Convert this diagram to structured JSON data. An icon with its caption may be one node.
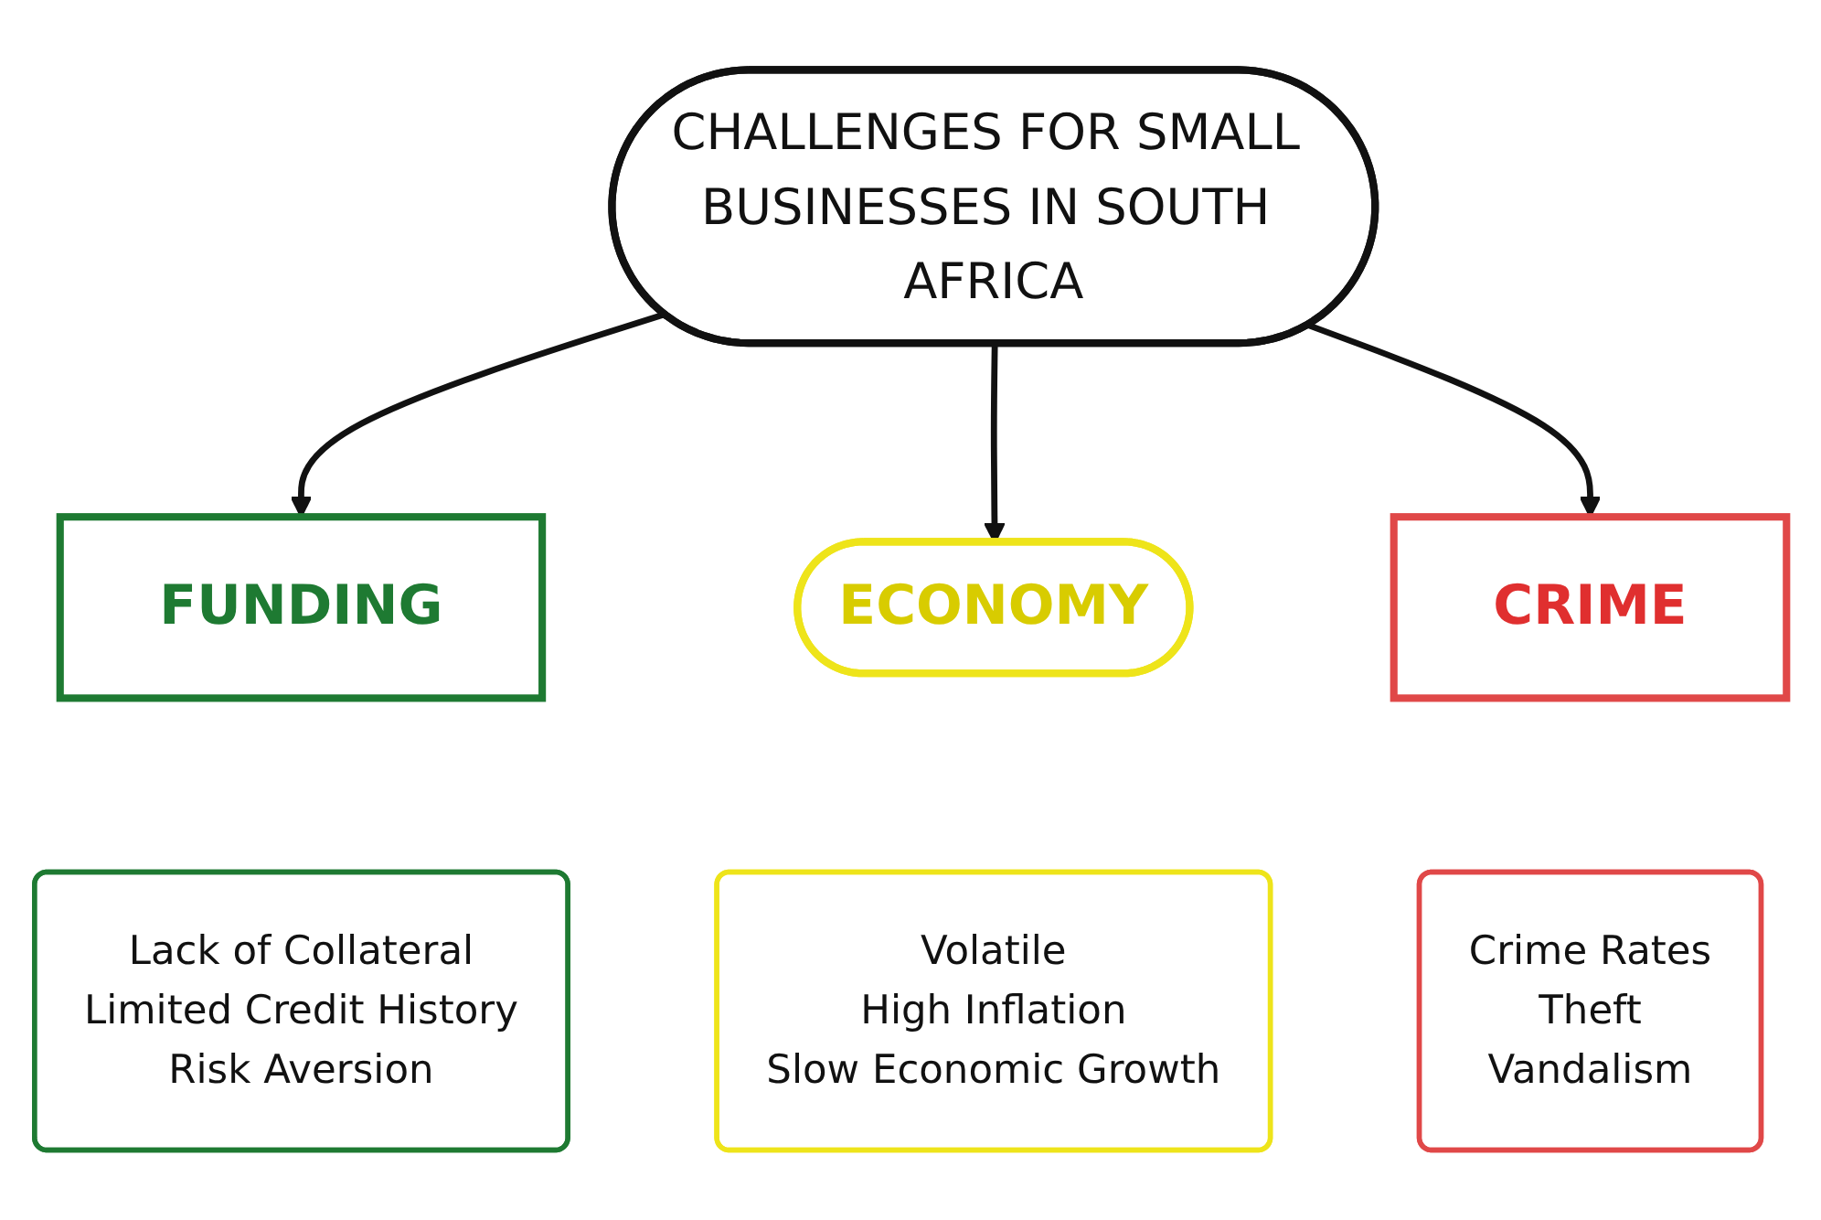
{
  "diagram": {
    "nodes": [
      {
        "text": [
          "CHALLENGES FOR SMALL BUSINESSES IN SOUTH AFRICA"
        ]
      },
      {
        "text": [
          "FUNDING"
        ]
      },
      {
        "text": [
          "ECONOMY"
        ]
      },
      {
        "text": [
          "CRIME"
        ]
      },
      {
        "text": [
          "Lack of Collateral",
          "Limited Credit History",
          "Risk Aversion"
        ]
      },
      {
        "text": [
          "Volatile",
          "High Inflation",
          "Slow Economic Growth"
        ]
      },
      {
        "text": [
          "Crime Rates",
          "Theft",
          "Vandalism"
        ]
      }
    ],
    "edges": [
      {
        "from": 0,
        "to": 1,
        "arrow": "to"
      },
      {
        "from": 0,
        "to": 2,
        "arrow": "to"
      },
      {
        "from": 0,
        "to": 3,
        "arrow": "to"
      }
    ]
  }
}
